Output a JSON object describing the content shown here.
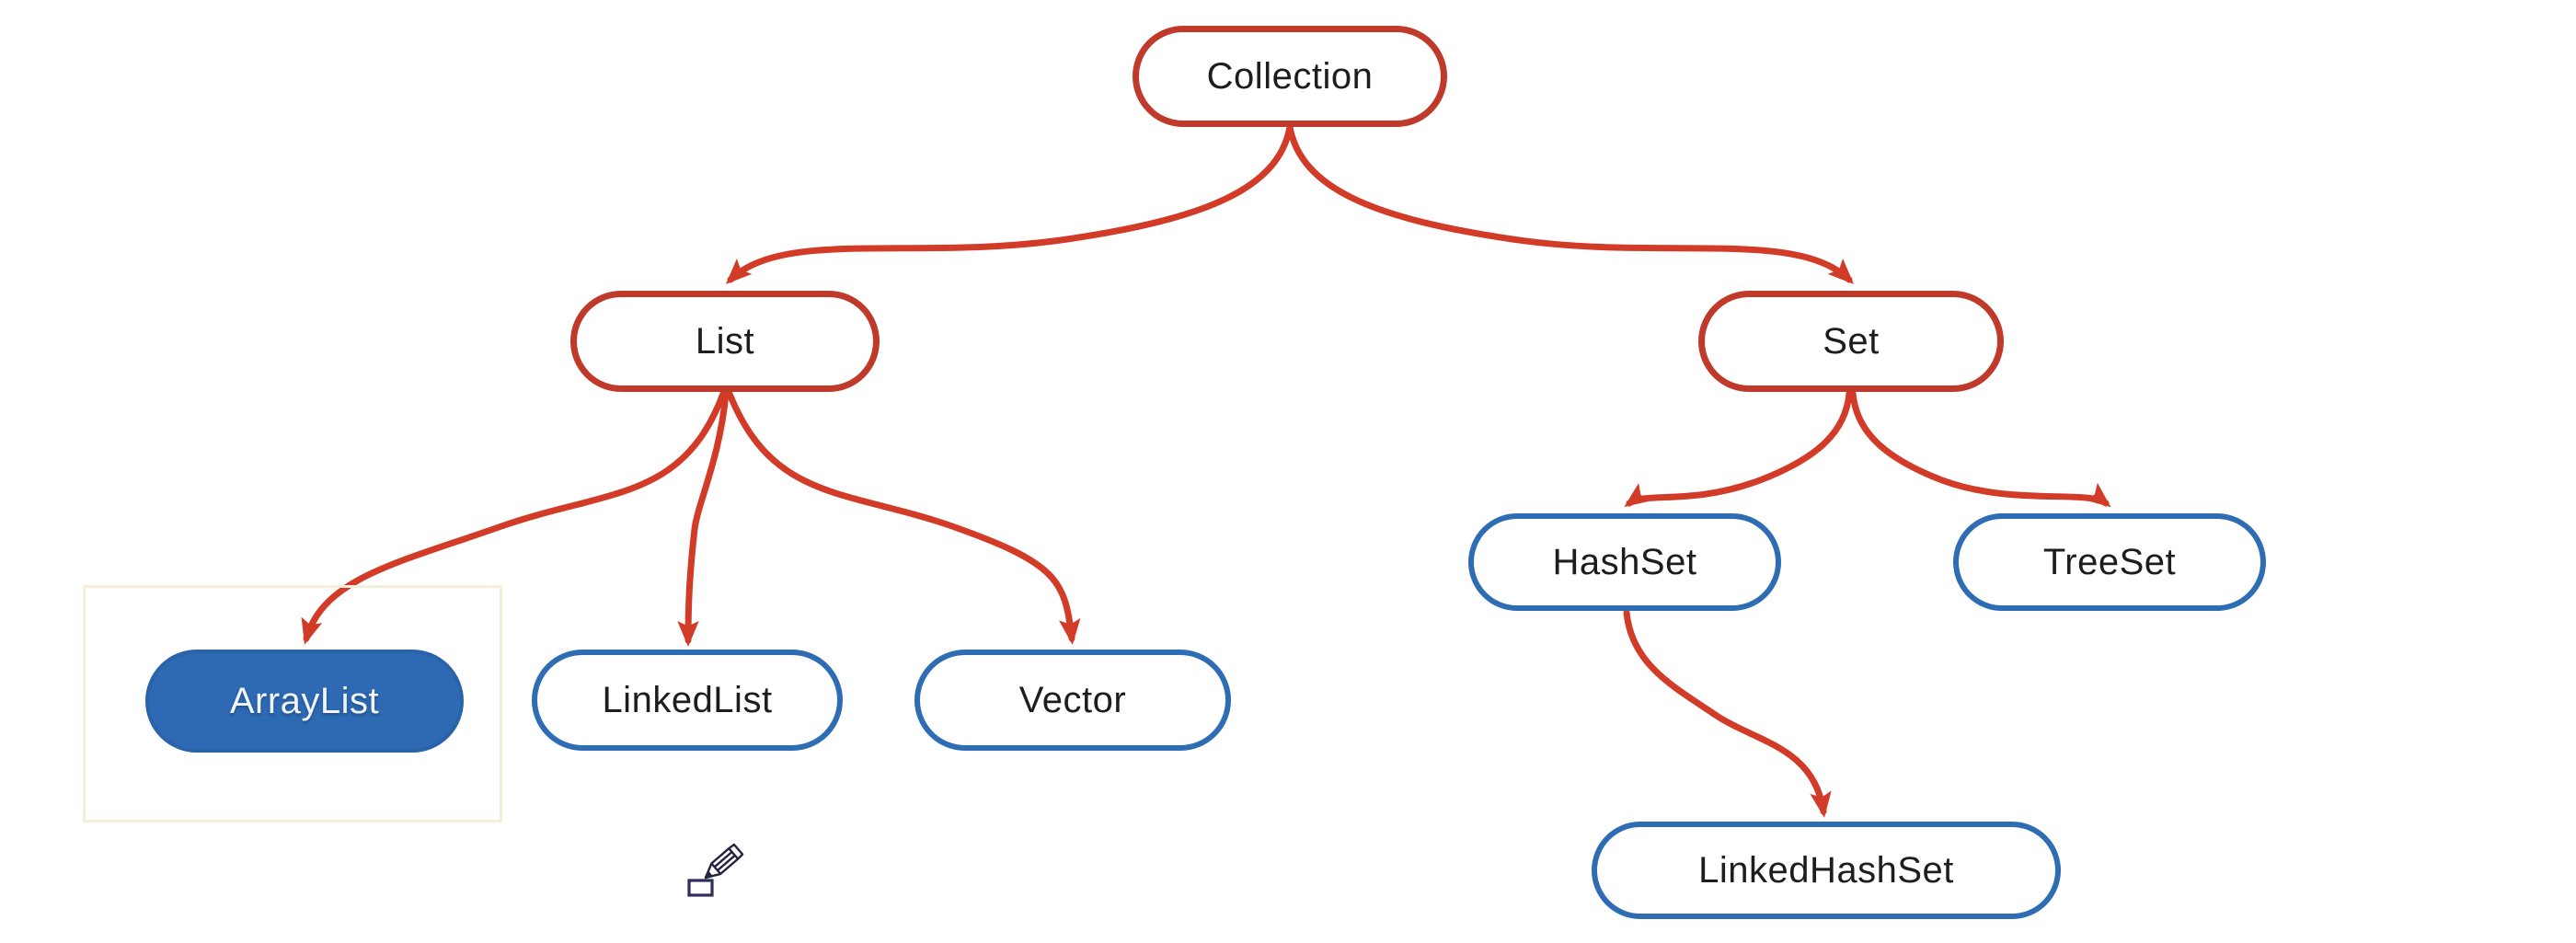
{
  "canvas": {
    "background": "#ffffff"
  },
  "colors": {
    "node_red_border": "#c03a2b",
    "node_blue_border": "#2e6cb4",
    "node_blue_fill": "#2d6ab3",
    "edge_red": "#d23b27",
    "node_text_dark": "#1d1d1f",
    "node_text_light": "#f2f6fc",
    "selection_outline": "#f4eeda",
    "cursor_ink": "#23233f"
  },
  "nodes": {
    "collection": {
      "label": "Collection",
      "style": "red-outline"
    },
    "list": {
      "label": "List",
      "style": "red-outline"
    },
    "set": {
      "label": "Set",
      "style": "red-outline"
    },
    "arraylist": {
      "label": "ArrayList",
      "style": "blue-filled"
    },
    "linkedlist": {
      "label": "LinkedList",
      "style": "blue-outline"
    },
    "vector": {
      "label": "Vector",
      "style": "blue-outline"
    },
    "hashset": {
      "label": "HashSet",
      "style": "blue-outline"
    },
    "treeset": {
      "label": "TreeSet",
      "style": "blue-outline"
    },
    "linkedhashset": {
      "label": "LinkedHashSet",
      "style": "blue-outline"
    }
  },
  "edges": [
    {
      "from": "Collection",
      "to": "List"
    },
    {
      "from": "Collection",
      "to": "Set"
    },
    {
      "from": "List",
      "to": "ArrayList"
    },
    {
      "from": "List",
      "to": "LinkedList"
    },
    {
      "from": "List",
      "to": "Vector"
    },
    {
      "from": "Set",
      "to": "HashSet"
    },
    {
      "from": "Set",
      "to": "TreeSet"
    },
    {
      "from": "HashSet",
      "to": "LinkedHashSet"
    }
  ],
  "cursor": {
    "icon": "pencil-draw-cursor"
  }
}
